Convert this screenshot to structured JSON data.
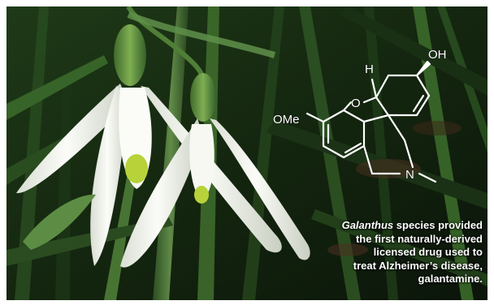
{
  "caption": {
    "genus": "Galanthus",
    "line1_rest": " species provided",
    "line2": "the first naturally-derived",
    "line3": "licensed drug used to",
    "line4": "treat Alzheimer’s disease,",
    "line5": "galantamine."
  },
  "structure": {
    "hydroxyl": "OH",
    "hydrogen": "H",
    "oxygen": "O",
    "methoxy": "OMe",
    "nitrogen": "N"
  },
  "colors": {
    "foliage_dark": "#0d1a0c",
    "foliage_light": "#5f8a45",
    "petal": "#f2f4ef",
    "petal_mark": "#b8d23a",
    "structure_line": "#ffffff"
  }
}
